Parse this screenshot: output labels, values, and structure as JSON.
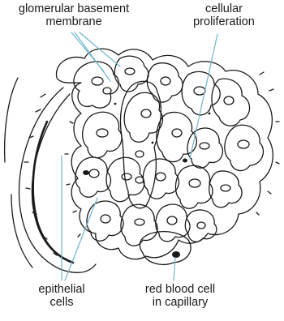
{
  "labels": {
    "glomerular_basement_membrane": [
      "glomerular basement",
      "membrane"
    ],
    "cellular_proliferation": [
      "cellular",
      "proliferation"
    ],
    "epithelial_cells": [
      "epithelial",
      "cells"
    ],
    "red_blood_cell": [
      "red blood cell",
      "in capillary"
    ]
  },
  "colors": {
    "ink": "#1a1a1a",
    "leader_line": "#6fb3cf",
    "background": "#ffffff"
  }
}
